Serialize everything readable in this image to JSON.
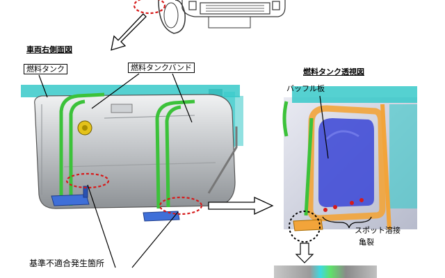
{
  "labels": {
    "side_view_title": "車両右側面図",
    "fuel_tank": "燃料タンク",
    "fuel_tank_band": "燃料タンクバンド",
    "nonconformity_location": "基準不適合発生箇所",
    "tank_cutaway_title": "燃料タンク透視図",
    "baffle_plate": "バッフル板",
    "spot_weld": "スポット溶接",
    "crack": "亀裂"
  },
  "colors": {
    "frame_cyan": "#37c9c9",
    "tank_silver": "#b9bcbf",
    "band_green": "#3cc23a",
    "baffle_blue": "#3a45d6",
    "bracket_orange": "#f2a43a",
    "mount_blue": "#3f6fd8",
    "highlight_red": "#d61a1a",
    "cap_yellow": "#e4c21a"
  }
}
